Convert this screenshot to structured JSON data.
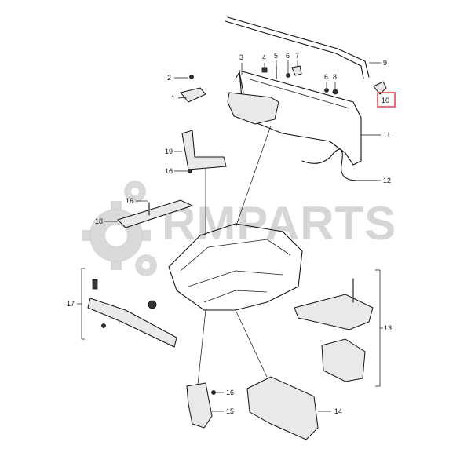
{
  "watermark": {
    "text": "RMPARTS"
  },
  "highlight": {
    "color": "#e0303a",
    "part": "10"
  },
  "callouts": [
    {
      "id": "1",
      "label": "1"
    },
    {
      "id": "2",
      "label": "2"
    },
    {
      "id": "3",
      "label": "3"
    },
    {
      "id": "4",
      "label": "4"
    },
    {
      "id": "5",
      "label": "5"
    },
    {
      "id": "6a",
      "label": "6"
    },
    {
      "id": "7",
      "label": "7"
    },
    {
      "id": "6b",
      "label": "6"
    },
    {
      "id": "8",
      "label": "8"
    },
    {
      "id": "9",
      "label": "9"
    },
    {
      "id": "10",
      "label": "10"
    },
    {
      "id": "11",
      "label": "11"
    },
    {
      "id": "12",
      "label": "12"
    },
    {
      "id": "13",
      "label": "13"
    },
    {
      "id": "14",
      "label": "14"
    },
    {
      "id": "15",
      "label": "15"
    },
    {
      "id": "16a",
      "label": "16"
    },
    {
      "id": "16b",
      "label": "16"
    },
    {
      "id": "16c",
      "label": "16"
    },
    {
      "id": "17",
      "label": "17"
    },
    {
      "id": "18",
      "label": "18"
    },
    {
      "id": "19",
      "label": "19"
    }
  ]
}
